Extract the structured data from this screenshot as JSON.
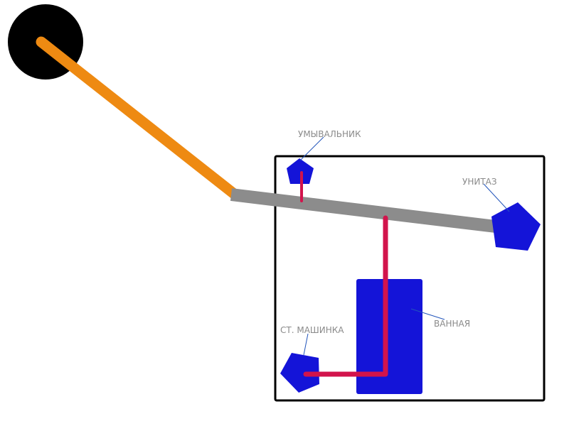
{
  "colors": {
    "fixture": "#1414d8",
    "drain_pipe": "#8c8c8c",
    "supply_pipe": "#d2144c",
    "riser": "#ee8a12",
    "stack": "#000000",
    "room_border": "#000000",
    "label_text": "#8a8a8a",
    "leader_line": "#2255bb"
  },
  "labels": {
    "washbasin": "УМЫВАЛЬНИК",
    "toilet": "УНИТАЗ",
    "bathtub": "ВАННАЯ",
    "washing_machine": "СТ. МАШИНКА"
  }
}
